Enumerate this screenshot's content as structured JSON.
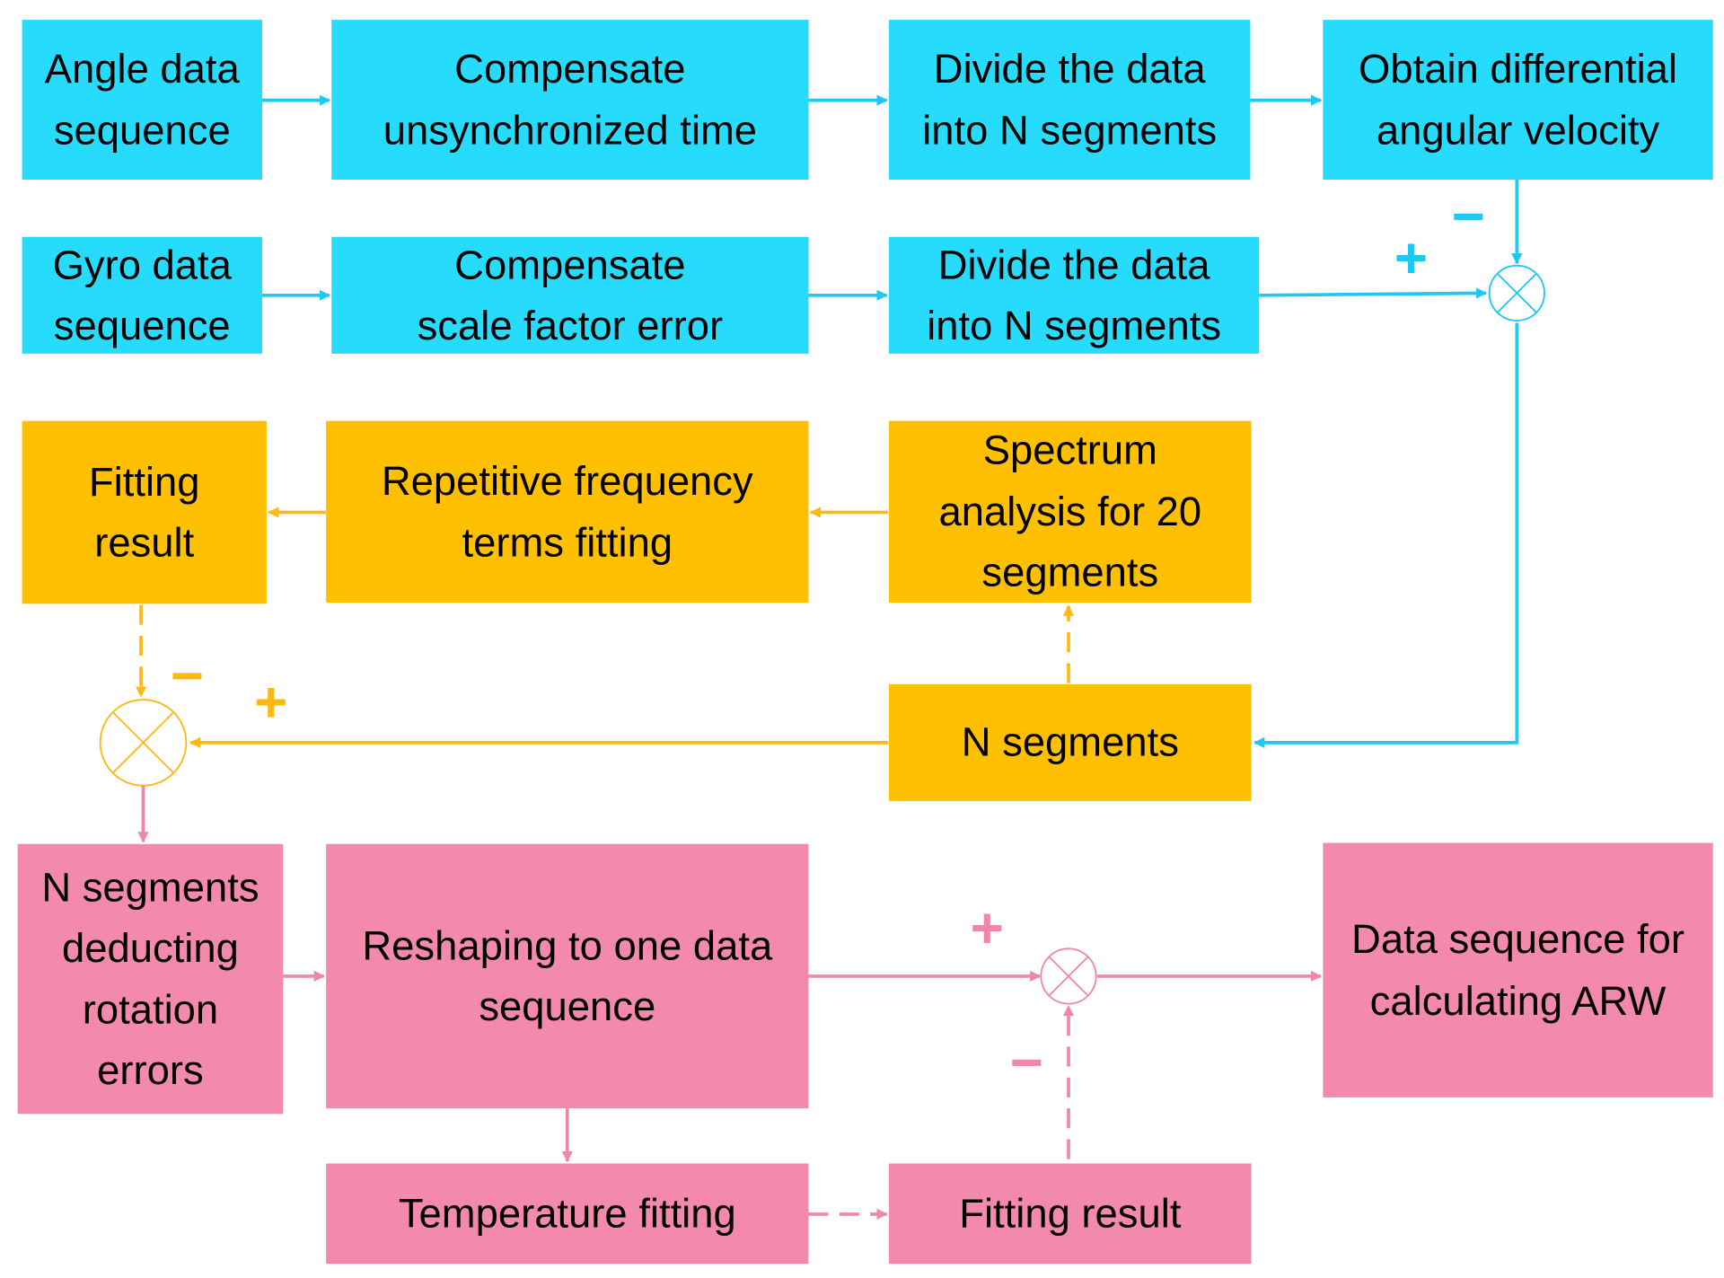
{
  "colors": {
    "blue": "#27dbfd",
    "orange": "#fec000",
    "pink": "#f38aab",
    "blue_line": "#1fc7f2",
    "orange_line": "#fdb913",
    "pink_line": "#ef87a8"
  },
  "boxes": {
    "angle_seq": "Angle data\nsequence",
    "comp_time": "Compensate\nunsynchronized time",
    "divide_1": "Divide the data\ninto N segments",
    "diff_vel": "Obtain differential\nangular velocity",
    "gyro_seq": "Gyro data\nsequence",
    "comp_scale": "Compensate\nscale factor error",
    "divide_2": "Divide the data\ninto N segments",
    "fit_result_1": "Fitting\nresult",
    "rep_freq": "Repetitive frequency\nterms fitting",
    "spectrum": "Spectrum\nanalysis for 20\nsegments",
    "n_segments": "N segments",
    "n_deduct": "N segments\ndeducting\nrotation\nerrors",
    "reshape": "Reshaping to one data\nsequence",
    "final_seq": "Data sequence for\ncalculating ARW",
    "temp_fit": "Temperature fitting",
    "fit_result_2": "Fitting result"
  },
  "signs": {
    "plus": "+",
    "minus": "−"
  }
}
